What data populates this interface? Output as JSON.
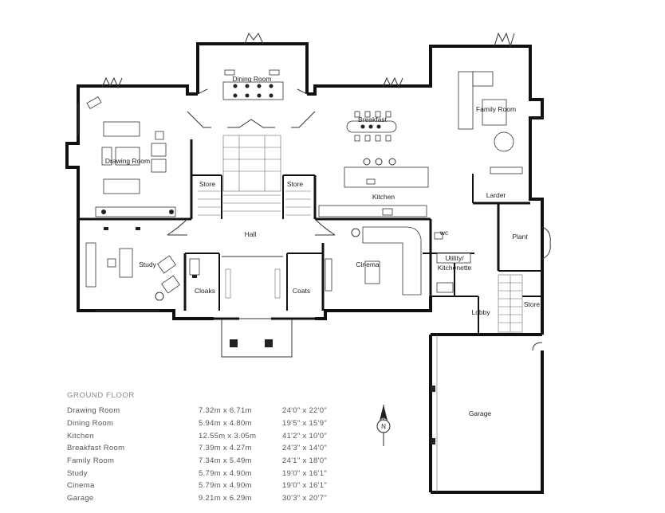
{
  "rooms": {
    "dining_room": "Dining Room",
    "drawing_room": "Drawing Room",
    "breakfast": "Breakfast",
    "family_room": "Family Room",
    "store_left": "Store",
    "store_mid": "Store",
    "kitchen": "Kitchen",
    "larder": "Larder",
    "hall": "Hall",
    "wc": "wc",
    "plant": "Plant",
    "study": "Study",
    "cinema": "Cinema",
    "utility_line1": "Utility/",
    "utility_line2": "Kitchenette",
    "cloaks": "Cloaks",
    "coats": "Coats",
    "store_right": "Store",
    "lobby": "Lobby",
    "garage": "Garage"
  },
  "compass_letter": "N",
  "schedule": {
    "title": "GROUND FLOOR",
    "rows": [
      {
        "name": "Drawing Room",
        "metric": "7.32m x 6.71m",
        "imperial": "24'0\" x 22'0\""
      },
      {
        "name": "Dining Room",
        "metric": "5.94m x 4.80m",
        "imperial": "19'5\" x 15'9\""
      },
      {
        "name": "Kitchen",
        "metric": "12.55m x 3.05m",
        "imperial": "41'2\" x 10'0\""
      },
      {
        "name": "Breakfast Room",
        "metric": "7.39m x 4.27m",
        "imperial": "24'3\" x 14'0\""
      },
      {
        "name": "Family Room",
        "metric": "7.34m x 5.49m",
        "imperial": "24'1\" x 18'0\""
      },
      {
        "name": "Study",
        "metric": "5.79m x 4.90m",
        "imperial": "19'0\" x 16'1\""
      },
      {
        "name": "Cinema",
        "metric": "5.79m x 4.90m",
        "imperial": "19'0\" x 16'1\""
      },
      {
        "name": "Garage",
        "metric": "9.21m x 6.29m",
        "imperial": "30'3\" x 20'7\""
      }
    ]
  }
}
